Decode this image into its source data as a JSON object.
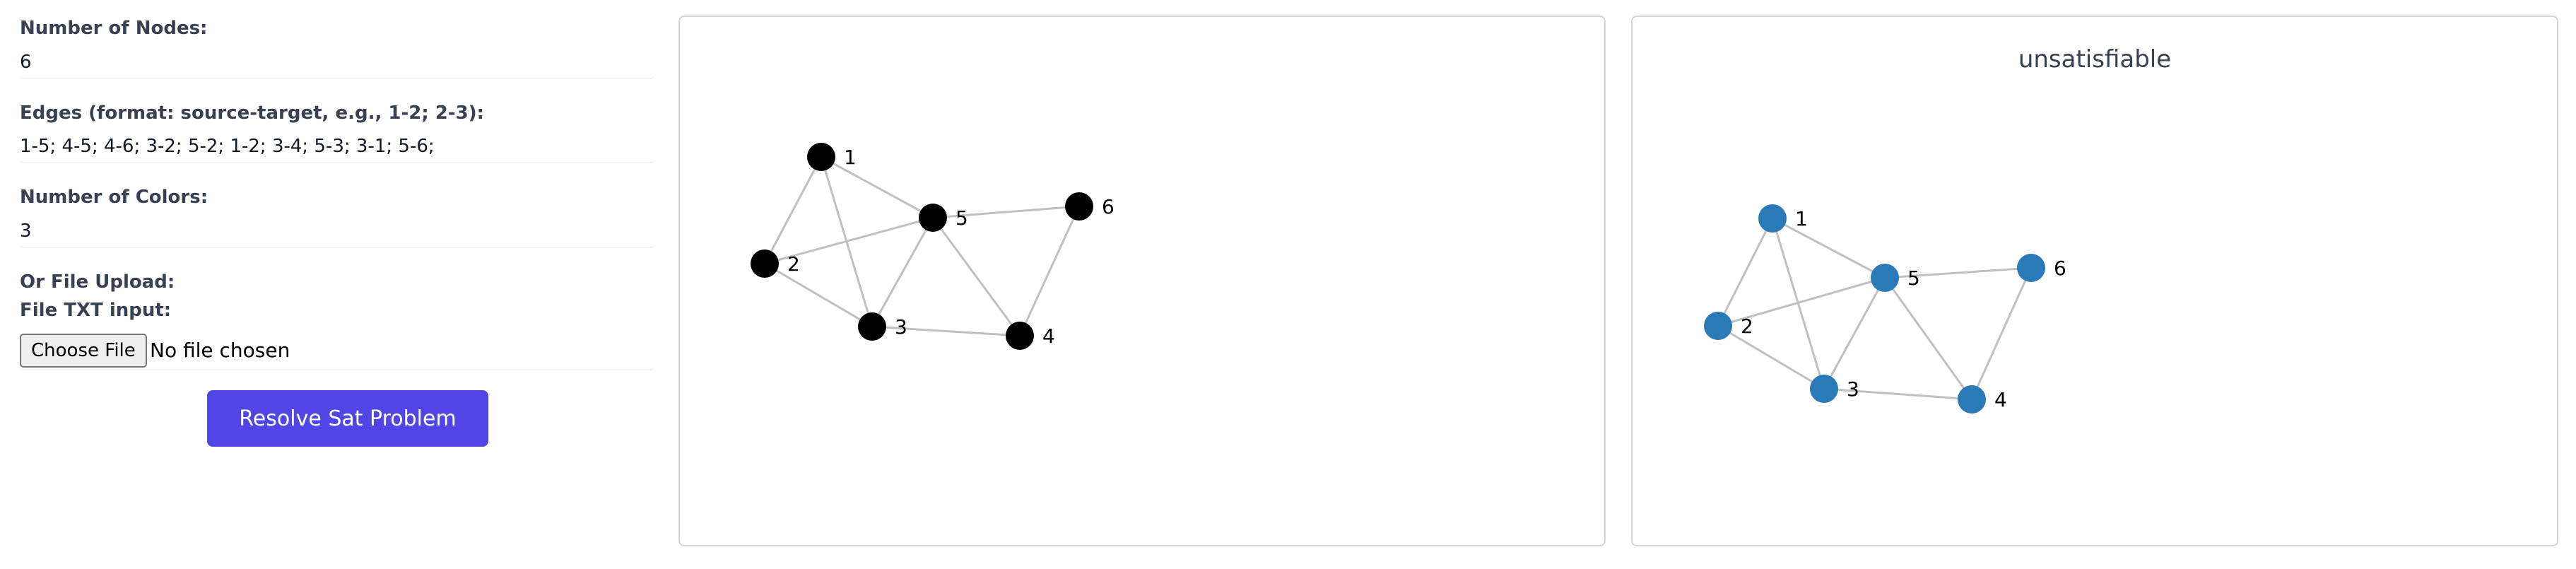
{
  "form": {
    "nodes_label": "Number of Nodes:",
    "nodes_value": "6",
    "edges_label": "Edges (format: source-target, e.g., 1-2; 2-3):",
    "edges_value": "1-5; 4-5; 4-6; 3-2; 5-2; 1-2; 3-4; 5-3; 3-1; 5-6;",
    "colors_label": "Number of Colors:",
    "colors_value": "3",
    "file_upload_label": "Or File Upload:",
    "file_txt_label": "File TXT input:",
    "choose_file_label": "Choose File",
    "no_file_text": "No file chosen",
    "resolve_button_label": "Resolve Sat Problem"
  },
  "graph": {
    "nodes": [
      "1",
      "2",
      "3",
      "4",
      "5",
      "6"
    ],
    "edges": [
      [
        "1",
        "5"
      ],
      [
        "4",
        "5"
      ],
      [
        "4",
        "6"
      ],
      [
        "3",
        "2"
      ],
      [
        "5",
        "2"
      ],
      [
        "1",
        "2"
      ],
      [
        "3",
        "4"
      ],
      [
        "5",
        "3"
      ],
      [
        "3",
        "1"
      ],
      [
        "5",
        "6"
      ]
    ]
  },
  "input_graph": {
    "node_color": "#000000",
    "edge_color": "#c0c0c0"
  },
  "result_graph": {
    "title": "unsatisfiable",
    "node_color": "#2a7ab8",
    "edge_color": "#c0c0c0"
  },
  "colors": {
    "accent": "#4f46e5",
    "panel_border": "#d4d4d8"
  }
}
